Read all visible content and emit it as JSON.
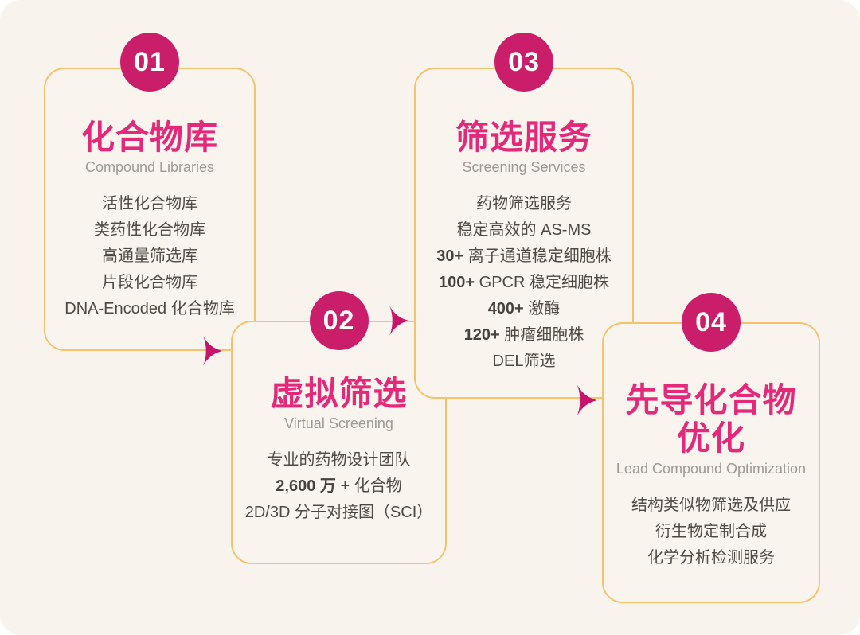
{
  "canvas": {
    "background_color": "#f8f3ec",
    "card_border_color": "#f6c26e",
    "badge_color": "#ca1e6b",
    "title_color": "#e32a7a",
    "arrow_color": "#c4156b"
  },
  "cards": [
    {
      "number": "01",
      "title": "化合物库",
      "subtitle": "Compound Libraries",
      "items": [
        {
          "b": "",
          "t": "活性化合物库"
        },
        {
          "b": "",
          "t": "类药性化合物库"
        },
        {
          "b": "",
          "t": "高通量筛选库"
        },
        {
          "b": "",
          "t": "片段化合物库"
        },
        {
          "b": "",
          "t": "DNA-Encoded 化合物库"
        }
      ]
    },
    {
      "number": "02",
      "title": "虚拟筛选",
      "subtitle": "Virtual Screening",
      "items": [
        {
          "b": "",
          "t": "专业的药物设计团队"
        },
        {
          "b": "2,600 万",
          "t": " + 化合物"
        },
        {
          "b": "",
          "t": "2D/3D 分子对接图（SCI）"
        }
      ]
    },
    {
      "number": "03",
      "title": "筛选服务",
      "subtitle": "Screening Services",
      "items": [
        {
          "b": "",
          "t": "药物筛选服务"
        },
        {
          "b": "",
          "t": "稳定高效的 AS-MS"
        },
        {
          "b": "30+",
          "t": " 离子通道稳定细胞株"
        },
        {
          "b": "100+",
          "t": " GPCR 稳定细胞株"
        },
        {
          "b": "400+",
          "t": " 激酶"
        },
        {
          "b": "120+",
          "t": " 肿瘤细胞株"
        },
        {
          "b": "",
          "t": "DEL筛选"
        }
      ]
    },
    {
      "number": "04",
      "title": "先导化合物\n优化",
      "subtitle": "Lead Compound Optimization",
      "items": [
        {
          "b": "",
          "t": "结构类似物筛选及供应"
        },
        {
          "b": "",
          "t": "衍生物定制合成"
        },
        {
          "b": "",
          "t": "化学分析检测服务"
        }
      ]
    }
  ]
}
